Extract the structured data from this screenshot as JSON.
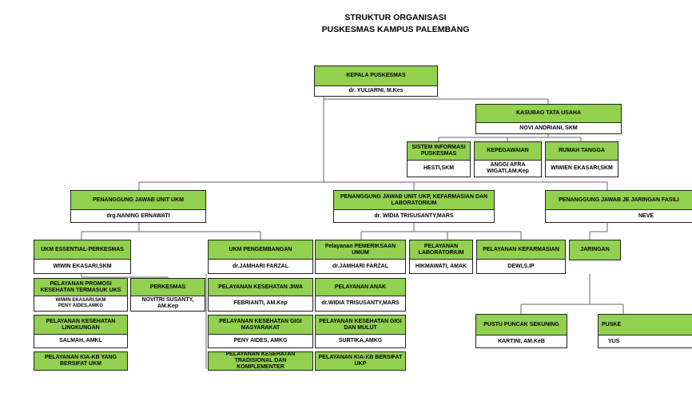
{
  "title_line1": "STRUKTUR ORGANISASI",
  "title_line2": "PUSKESMAS KAMPUS PALEMBANG",
  "nodes": {
    "kepala": {
      "title": "KEPALA PUSKESMAS",
      "name": "dr. YULIARNI, M.Kes"
    },
    "kasubag": {
      "title": "KASUBAG TATA USAHA",
      "name": "NOVI ANDRIANI, SKM"
    },
    "sistem_info": {
      "title": "SISTEM INFORMASI PUSKESMAS",
      "name": "HESTI,SKM"
    },
    "kepegawaian": {
      "title": "KEPEGAWAIAN",
      "name": "ANGGI AFRA WIGATI,AM.Kep"
    },
    "rumah_tangga": {
      "title": "RUMAH TANGGA",
      "name": "WIWIEN EKASARI,SKM"
    },
    "pj_ukm": {
      "title": "PENANGGUNG JAWAB UNIT UKM",
      "name": "drg.NANING ERNAWATI"
    },
    "pj_ukp": {
      "title": "PENANGGUNG JAWAB UNIT UKP, KEFARMASIAN DAN LABORATORIUM",
      "name": "dr. WIDIA TRISUSANTY,MARS"
    },
    "pj_jaringan": {
      "title": "PENANGGUNG JAWAB JE JARINGAN FASILI",
      "name": "NEVE"
    },
    "ukm_essential": {
      "title": "UKM ESSENTIAL-PERKESMAS",
      "name": "WIWIN EKASARI,SKM"
    },
    "ukm_pengembangan": {
      "title": "UKM PENGEMBANGAN",
      "name": "dr.JAMHARI FARZAL"
    },
    "pemeriksaan_umum": {
      "title": "Pelayanan PEMERIKSAAN UMUM",
      "name": "dr.JAMHARI FARZAL"
    },
    "laboratorium": {
      "title": "PELAYANAN LABORATORIUM",
      "name": "HIKMAWATI, AMAK"
    },
    "kefarmasian": {
      "title": "PELAYANAN KEFARMASIAN",
      "name": "DEWI,S.IP"
    },
    "jaringan": {
      "title": "JARINGAN"
    },
    "promosi": {
      "title": "PELAYANAN PROMOSI KESEHATAN TERMASUK UKS",
      "name1": "WIWIN EKASARI,SKM",
      "name2": "PENY AIDES,AMKG"
    },
    "perkesmas": {
      "title": "PERKESMAS",
      "name": "NOVITRI SUSANTY, AM.Kep"
    },
    "kesehatan_jiwa": {
      "title": "PELAYANAN KESEHATAN JIWA",
      "name": "FEBRIANTI, AM.Kep"
    },
    "anak": {
      "title": "PELAYANAN ANAK",
      "name": "dr.WIDIA TRISUSANTY,MARS"
    },
    "lingkungan": {
      "title": "PELAYANAN KESEHATAN LINGKUNGAN",
      "name": "SALMAH, AMKL"
    },
    "gigi_masyarakat": {
      "title": "PELAYANAN KESEHATAN GIGI MASYARAKAT",
      "name": "PENY AIDES, AMKG"
    },
    "gigi_mulut": {
      "title": "PELAYANAN KESEHATAN GIGI DAN MULUT",
      "name": "SURTIKA,AMKG"
    },
    "kia_kb_ukm": {
      "title": "PELAYANAN KIA-KB YANG BERSIFAT UKM"
    },
    "tradisional": {
      "title": "PELAYANAN KESEHATAN TRADISIONAL DAN KOMPLEMENTER"
    },
    "kia_kb_ukp": {
      "title": "PELAYANAN KIA-KB BERSIFAT UKP"
    },
    "pustu": {
      "title": "PUSTU PUNCAK SEKUNING",
      "name": "KARTINI, AM.KeB"
    },
    "pusk": {
      "title": "PUSKE",
      "name": "YUS"
    }
  },
  "colors": {
    "box_fill": "#92d050",
    "line": "#666666"
  }
}
